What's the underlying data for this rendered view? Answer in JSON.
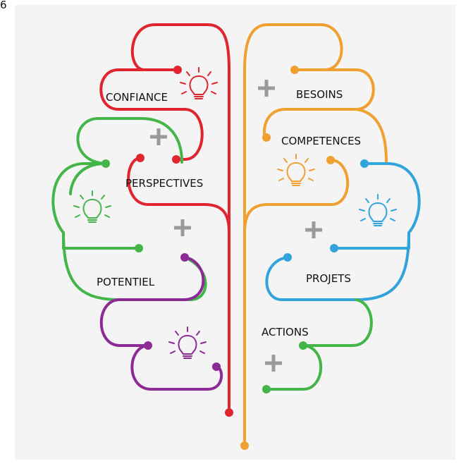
{
  "page_number": "6",
  "labels": {
    "confiance": "CONFIANCE",
    "perspectives": "PERSPECTIVES",
    "potentiel": "POTENTIEL",
    "besoins": "BESOINS",
    "competences": "COMPETENCES",
    "projets": "PROJETS",
    "actions": "ACTIONS"
  },
  "colors": {
    "red": "#e0252f",
    "green": "#44b548",
    "purple": "#8c2a96",
    "orange": "#f0a030",
    "blue": "#33a3dc",
    "plus": "#9a9a9a",
    "background": "#f4f4f4"
  },
  "icons": [
    "lightbulb-icon",
    "plus-icon"
  ]
}
